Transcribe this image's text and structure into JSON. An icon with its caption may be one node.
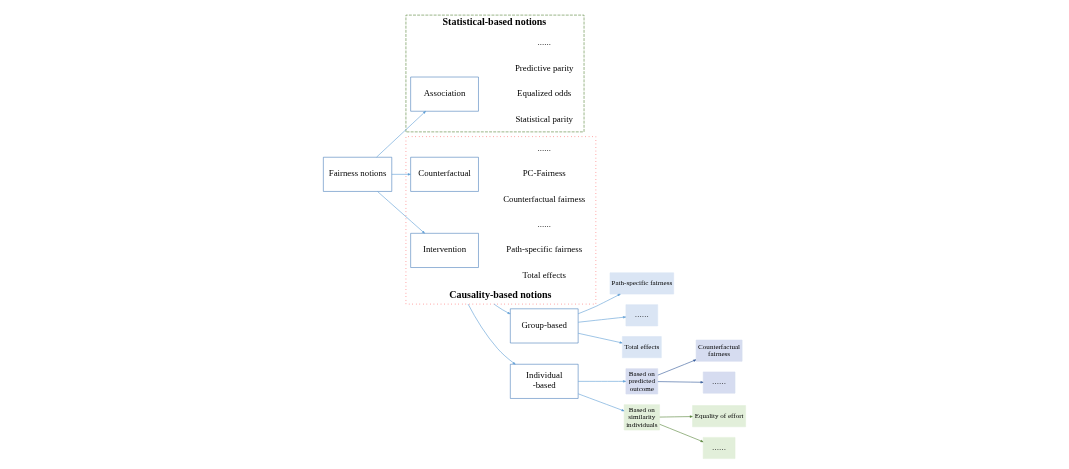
{
  "diagram": {
    "nodes": [
      {
        "text": [
          "Fairness notions"
        ]
      },
      {
        "text": [
          "Statistical-based notions"
        ]
      },
      {
        "text": [
          "Association"
        ],
        "in": 1
      },
      {
        "text": [
          "Causality-based notions"
        ]
      },
      {
        "text": [
          "Intervention"
        ],
        "in": 3
      },
      {
        "text": [
          "Counterfactual"
        ],
        "in": 3
      },
      {
        "text": [
          "Group-based"
        ]
      },
      {
        "text": [
          "Individual -based"
        ]
      },
      {
        "text": [
          "Total effects"
        ]
      },
      {
        "text": [
          "Path-specific fairness"
        ]
      },
      {
        "text": [
          "……"
        ]
      },
      {
        "text": [
          "Based on similarity individuals"
        ]
      },
      {
        "text": [
          "Based on predicted outcome"
        ]
      },
      {
        "text": [
          "Equality of effort"
        ]
      },
      {
        "text": [
          "……"
        ]
      },
      {
        "text": [
          "Counterfactual fairness"
        ]
      },
      {
        "text": [
          "……"
        ]
      }
    ],
    "edges": [
      {
        "from": 0,
        "to": 2,
        "arrow": "to"
      },
      {
        "from": 0,
        "to": 4,
        "arrow": "to"
      },
      {
        "from": 0,
        "to": 5,
        "arrow": "to"
      },
      {
        "from": 3,
        "to": 6,
        "arrow": "to"
      },
      {
        "from": 3,
        "to": 7,
        "arrow": "to"
      },
      {
        "from": 6,
        "to": 8,
        "arrow": "to"
      },
      {
        "from": 6,
        "to": 9,
        "arrow": "to"
      },
      {
        "from": 6,
        "to": 10,
        "arrow": "to"
      },
      {
        "from": 7,
        "to": 11,
        "arrow": "to"
      },
      {
        "from": 7,
        "to": 12,
        "arrow": "to"
      },
      {
        "from": 11,
        "to": 13,
        "arrow": "to",
        "color": "#548235"
      },
      {
        "from": 11,
        "to": 14,
        "arrow": "to",
        "color": "#548235"
      },
      {
        "from": 12,
        "to": 15,
        "arrow": "to",
        "color": "#2f5597"
      },
      {
        "from": 12,
        "to": 16,
        "arrow": "to",
        "color": "#2f5597"
      }
    ],
    "labels": [
      "Statistical parity",
      "Equalized odds",
      "Predictive parity",
      "......",
      "Total effects",
      "Path-specific fairness",
      "......",
      "Counterfactual fairness",
      "PC-Fairness",
      "......"
    ]
  }
}
